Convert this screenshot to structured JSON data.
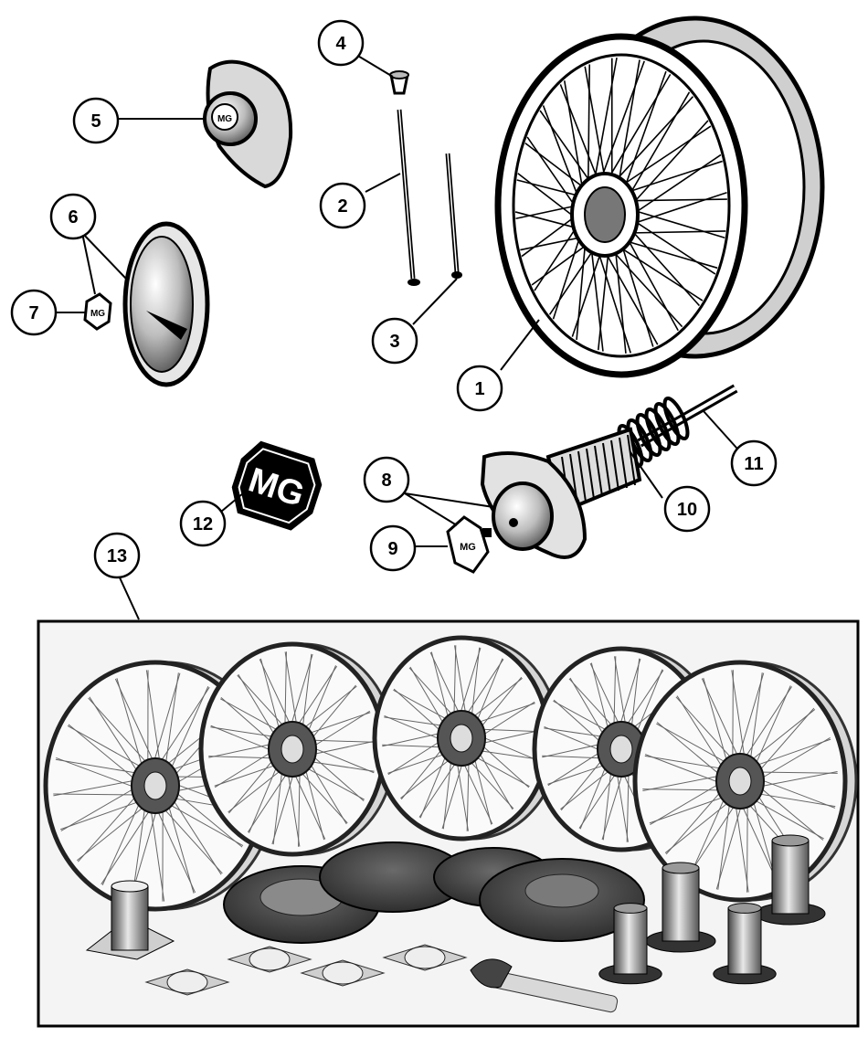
{
  "diagram": {
    "callouts": [
      {
        "id": "c1",
        "label": "1"
      },
      {
        "id": "c2",
        "label": "2"
      },
      {
        "id": "c3",
        "label": "3"
      },
      {
        "id": "c4",
        "label": "4"
      },
      {
        "id": "c5",
        "label": "5"
      },
      {
        "id": "c6",
        "label": "6"
      },
      {
        "id": "c7",
        "label": "7"
      },
      {
        "id": "c8",
        "label": "8"
      },
      {
        "id": "c9",
        "label": "9"
      },
      {
        "id": "c10",
        "label": "10"
      },
      {
        "id": "c11",
        "label": "11"
      },
      {
        "id": "c12",
        "label": "12"
      },
      {
        "id": "c13",
        "label": "13"
      }
    ],
    "badges": {
      "large": "MG",
      "small_nut": "MG",
      "spinner": "MG"
    },
    "colors": {
      "ink": "#000000",
      "paper": "#ffffff",
      "photo_bg": "#f2f2f2",
      "chrome_mid": "#9a9a9a",
      "drum_dark": "#3a3a3a"
    }
  }
}
